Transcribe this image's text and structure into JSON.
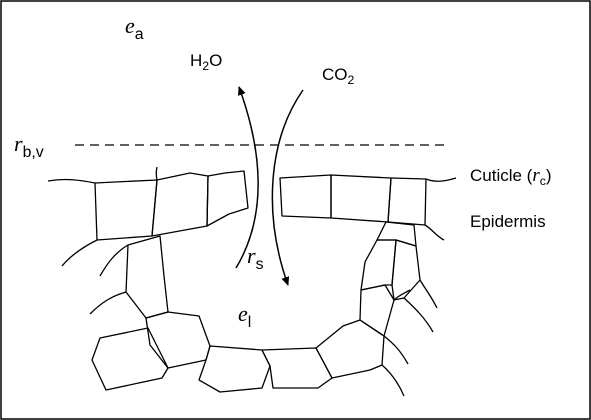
{
  "labels": {
    "ea": {
      "symbol": "e",
      "subscript": "a"
    },
    "h2o": {
      "prefix": "H",
      "subscript": "2",
      "suffix": "O"
    },
    "co2": {
      "prefix": "CO",
      "subscript": "2"
    },
    "rbv": {
      "symbol": "r",
      "subscript": "b,v"
    },
    "cuticle": {
      "prefix": "Cuticle (",
      "symbol": "r",
      "subscript": "c",
      "suffix": ")"
    },
    "epidermis": "Epidermis",
    "rs": {
      "symbol": "r",
      "subscript": "s"
    },
    "el": {
      "symbol": "e",
      "subscript": "l"
    }
  },
  "colors": {
    "line": "#000000",
    "frame": "#000000",
    "background": "#ffffff"
  }
}
